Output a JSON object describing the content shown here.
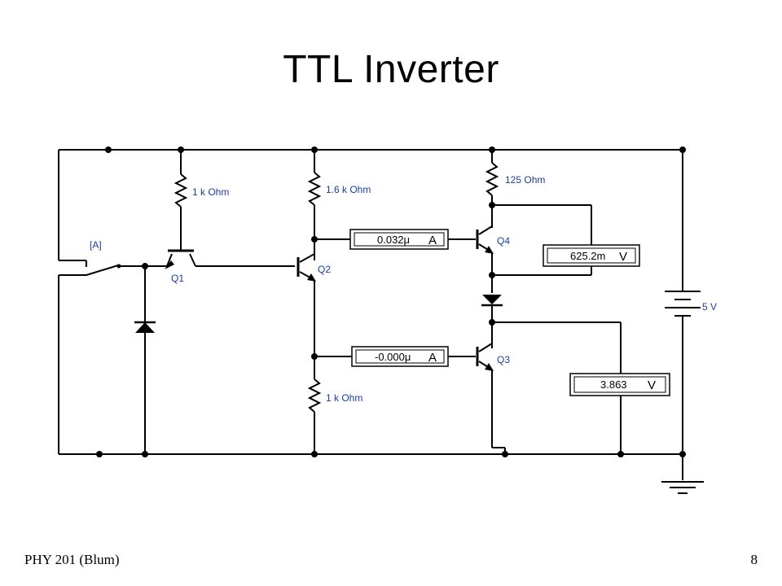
{
  "slide": {
    "title": "TTL Inverter",
    "footer_left": "PHY 201 (Blum)",
    "page_number": "8"
  },
  "circuit": {
    "switch_label": "[A]",
    "transistors": {
      "q1": "Q1",
      "q2": "Q2",
      "q3": "Q3",
      "q4": "Q4"
    },
    "resistors": {
      "r_q1_base": "1 k Ohm",
      "r_q2_collector": "1.6 k Ohm",
      "r_q4_collector": "125  Ohm",
      "r_q2_emitter": "1 k Ohm"
    },
    "supply": {
      "label": "5 V"
    },
    "meters": {
      "q4_base_current": {
        "value": "0.032μ",
        "unit": "A"
      },
      "q3_base_current": {
        "value": "-0.000μ",
        "unit": "A"
      },
      "q4_ce_voltage": {
        "value": "625.2m",
        "unit": "V"
      },
      "output_voltage": {
        "value": "3.863",
        "unit": "V"
      }
    }
  }
}
